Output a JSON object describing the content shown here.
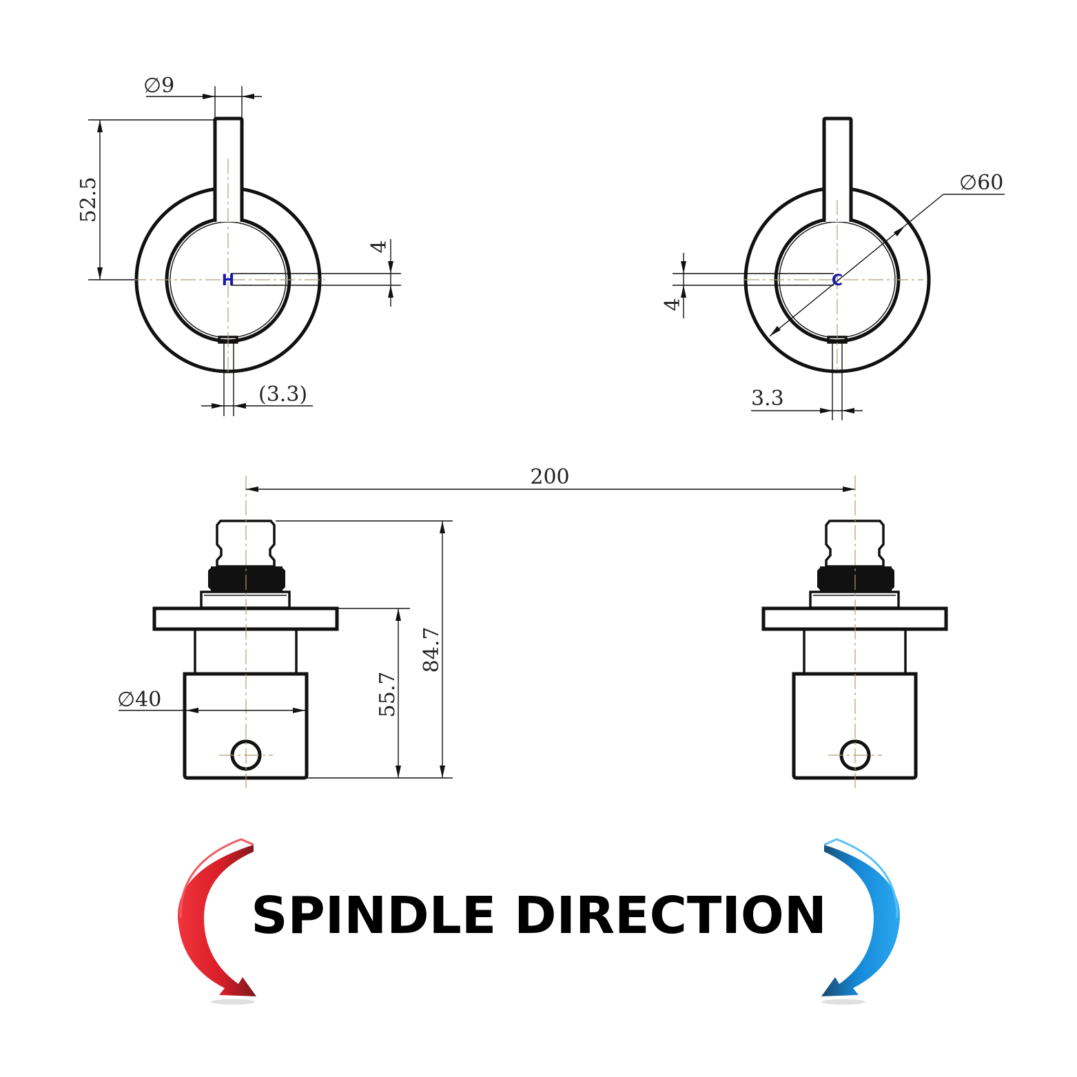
{
  "dimensions": {
    "handle_diameter": "∅9",
    "handle_height": "52.5",
    "offset_left": "4",
    "offset_right": "4",
    "plate_diameter": "∅60",
    "pin_offset_left": "(3.3)",
    "pin_offset_right": "3.3",
    "center_distance": "200",
    "body_diameter": "∅40",
    "body_height": "55.7",
    "total_height": "84.7"
  },
  "markers": {
    "hot": "H",
    "cold": "C"
  },
  "title": "SPINDLE DIRECTION",
  "colors": {
    "hot_arrow": "#e8232e",
    "cold_arrow": "#1a9be6",
    "hot_marker": "#1a1aa8",
    "cold_marker": "#1a1aa8"
  },
  "icons": {
    "left": "counterclockwise-arrow-icon",
    "right": "clockwise-arrow-icon"
  }
}
